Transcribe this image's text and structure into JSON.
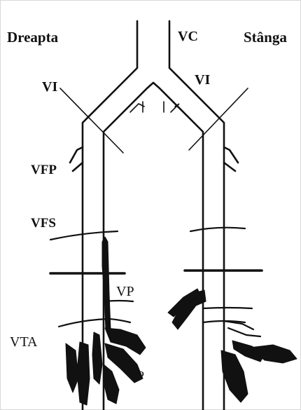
{
  "labels": {
    "right_side": "Dreapta",
    "left_side": "Stânga",
    "vc": "VC",
    "vi_right": "VI",
    "vi_left": "VI",
    "vfp": "VFP",
    "vfs": "VFS",
    "vp": "VP",
    "vta": "VTA",
    "p": "P"
  }
}
